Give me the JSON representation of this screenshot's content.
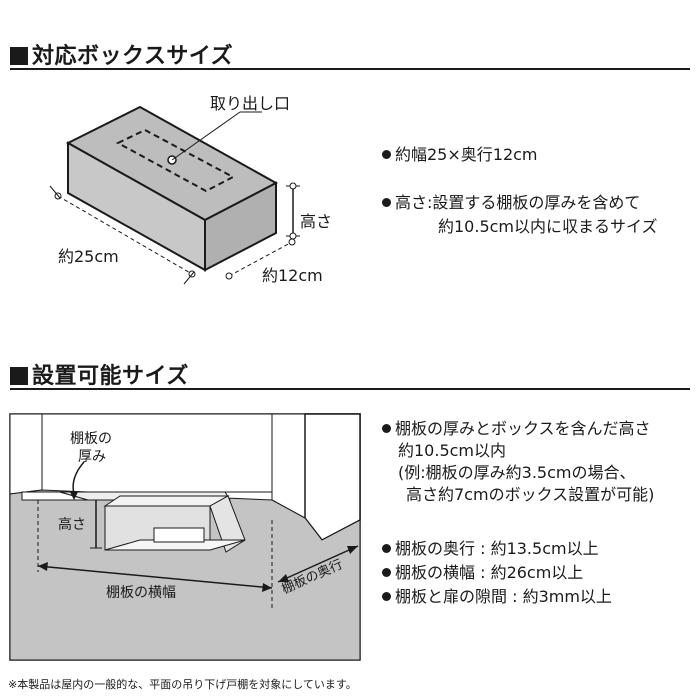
{
  "sections": {
    "box_size": {
      "title": "対応ボックスサイズ"
    },
    "install_size": {
      "title": "設置可能サイズ"
    }
  },
  "box_diagram": {
    "opening_label": "取り出し口",
    "width_label": "約25cm",
    "depth_label": "約12cm",
    "height_label": "高さ"
  },
  "box_specs": {
    "line1": "約幅25×奥行12cm",
    "line2a": "高さ:設置する棚板の厚みを含めて",
    "line2b": "約10.5cm以内に収まるサイズ"
  },
  "install_diagram": {
    "thickness_label_1": "棚板の",
    "thickness_label_2": "厚み",
    "height_label": "高さ",
    "width_label": "棚板の横幅",
    "depth_label": "棚板の奥行"
  },
  "install_specs": {
    "line1": "棚板の厚みとボックスを含んだ高さ",
    "line2": "約10.5cm以内",
    "line3": "(例:棚板の厚み約3.5cmの場合、",
    "line4": "高さ約7cmのボックス設置が可能)",
    "line5": "棚板の奥行 : 約13.5cm以上",
    "line6": "棚板の横幅 : 約26cm以上",
    "line7": "棚板と扉の隙間 : 約3mm以上"
  },
  "footnote": "※本製品は屋内の一般的な、平面の吊り下げ戸棚を対象にしています。",
  "colors": {
    "ink": "#1a1a1a",
    "box_gray": "#bdbdbd",
    "floor_gray": "#c4c4c4",
    "wall_light": "#ffffff"
  }
}
